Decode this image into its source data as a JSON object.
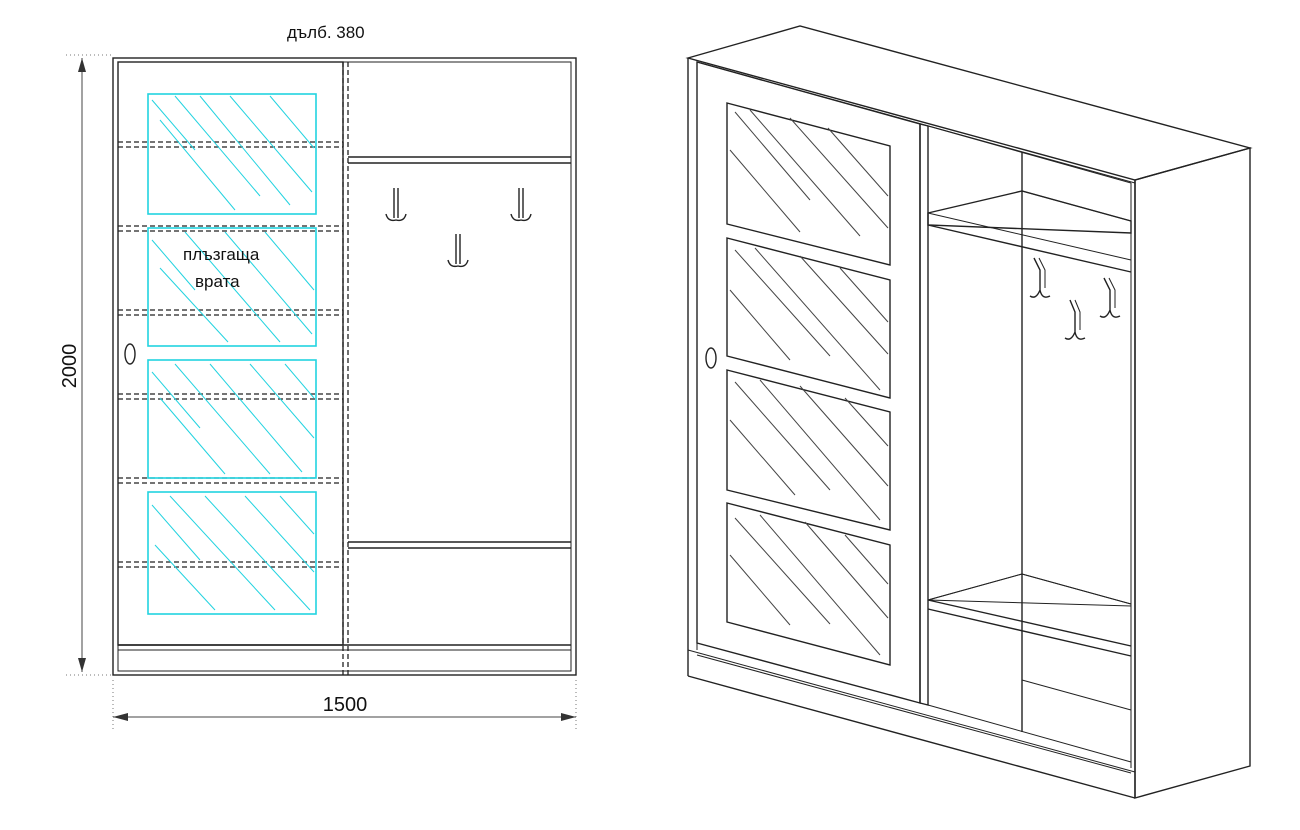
{
  "front_view": {
    "depth_label": "дълб. 380",
    "height_label": "2000",
    "width_label": "1500",
    "door_label_line1": "плъзгаща",
    "door_label_line2": "врата"
  },
  "colors": {
    "glass": "#22d3e0",
    "lines": "#222222"
  }
}
